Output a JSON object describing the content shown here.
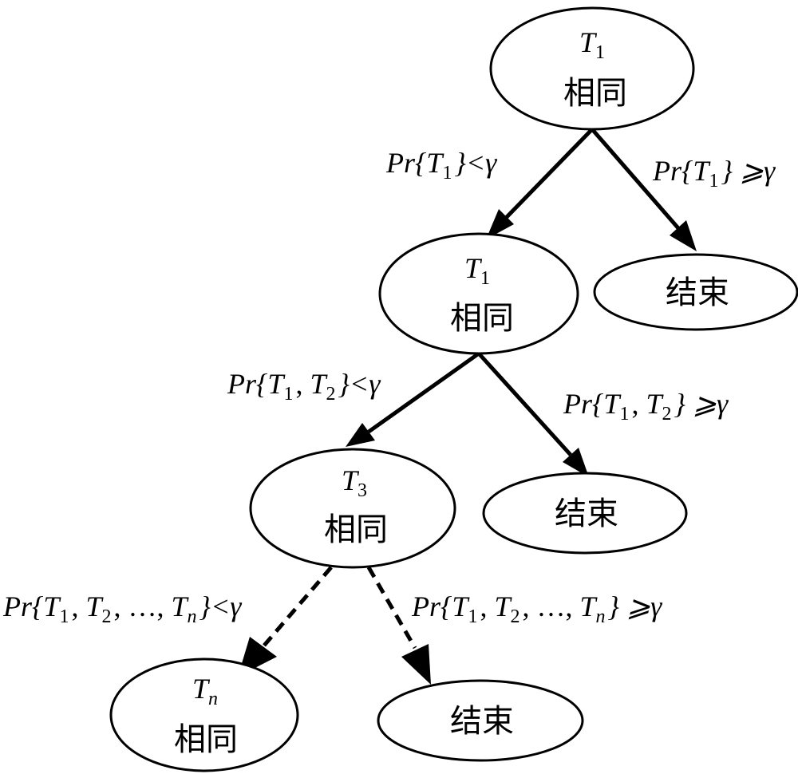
{
  "nodes": {
    "root": {
      "var": "T",
      "sub": "1",
      "text": "相同"
    },
    "level2": {
      "var": "T",
      "sub": "1",
      "text": "相同"
    },
    "end1": {
      "text": "结束"
    },
    "level3": {
      "var": "T",
      "sub": "3",
      "text": "相同"
    },
    "end2": {
      "text": "结束"
    },
    "leafN": {
      "var": "T",
      "sub": "n",
      "text": "相同"
    },
    "end3": {
      "text": "结束"
    }
  },
  "edges": {
    "e1_left": {
      "pre": "Pr{",
      "terms": [
        [
          "T",
          "1"
        ]
      ],
      "post": "}<γ",
      "style": "solid"
    },
    "e1_right": {
      "pre": "Pr{",
      "terms": [
        [
          "T",
          "1"
        ]
      ],
      "post": "} ⩾γ",
      "style": "solid"
    },
    "e2_left": {
      "pre": "Pr{",
      "terms": [
        [
          "T",
          "1"
        ],
        [
          "T",
          "2"
        ]
      ],
      "post": "}<γ",
      "style": "solid"
    },
    "e2_right": {
      "pre": "Pr{",
      "terms": [
        [
          "T",
          "1"
        ],
        [
          "T",
          "2"
        ]
      ],
      "post": "} ⩾γ",
      "style": "solid"
    },
    "e3_left": {
      "pre": "Pr{",
      "terms": [
        [
          "T",
          "1"
        ],
        [
          "T",
          "2"
        ],
        [
          "…",
          ""
        ],
        [
          "T",
          "n"
        ]
      ],
      "post": "}<γ",
      "style": "dashed"
    },
    "e3_right": {
      "pre": "Pr{",
      "terms": [
        [
          "T",
          "1"
        ],
        [
          "T",
          "2"
        ],
        [
          "…",
          ""
        ],
        [
          "T",
          "n"
        ]
      ],
      "post": "} ⩾γ",
      "style": "dashed"
    }
  }
}
